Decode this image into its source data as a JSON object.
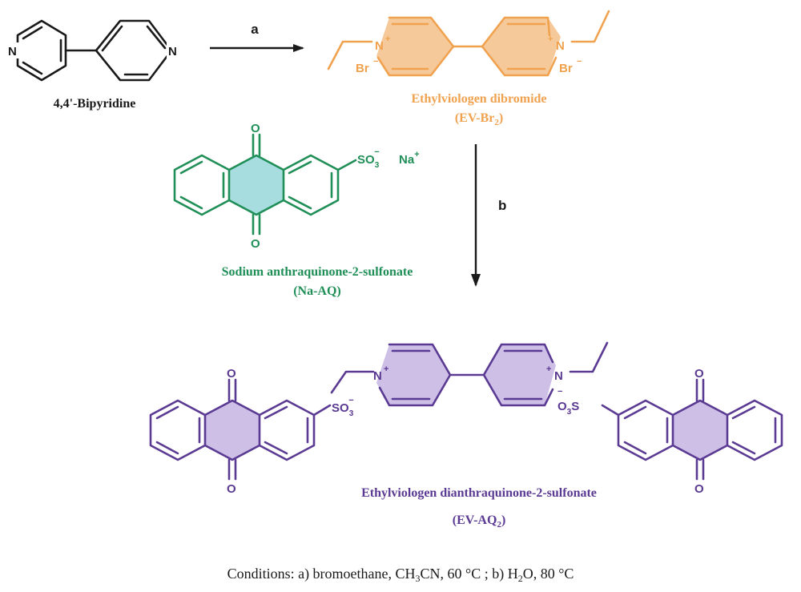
{
  "colors": {
    "black": "#1a1a1a",
    "orange": "#f0a24e",
    "green": "#1f8f57",
    "green_fill": "#a8dde0",
    "purple": "#5b3a93",
    "purple_fill": "#cdbfe6"
  },
  "arrows": {
    "a": "a",
    "b": "b"
  },
  "bipyridine": {
    "name": "4,4'-Bipyridine",
    "n_left": "N",
    "n_right": "N"
  },
  "ev_br2": {
    "name": "Ethylviologen dibromide",
    "abbr_main": "(EV-Br",
    "abbr_sub": "2",
    "abbr_end": ")",
    "n": "N",
    "plus": "+",
    "br": "Br",
    "minus": "−"
  },
  "na_aq": {
    "name": "Sodium anthraquinone-2-sulfonate",
    "abbr": "(Na-AQ)",
    "o": "O",
    "so": "SO",
    "so_sub": "3",
    "so_sup": "−",
    "na": "Na",
    "na_sup": "+"
  },
  "ev_aq2": {
    "name": "Ethylviologen dianthraquinone-2-sulfonate",
    "abbr_main": "(EV-AQ",
    "abbr_sub": "2",
    "abbr_end": ")",
    "o": "O",
    "n": "N",
    "plus": "+",
    "minus": "−",
    "so3_left": "SO",
    "so3_left_sub": "3",
    "so3_right_o": "O",
    "so3_right_sub": "3",
    "so3_right_s": "S"
  },
  "conditions": {
    "prefix": "Conditions: a) bromoethane, CH",
    "sub1": "3",
    "mid": "CN, 60 °C ; b) H",
    "sub2": "2",
    "end": "O, 80 °C"
  }
}
